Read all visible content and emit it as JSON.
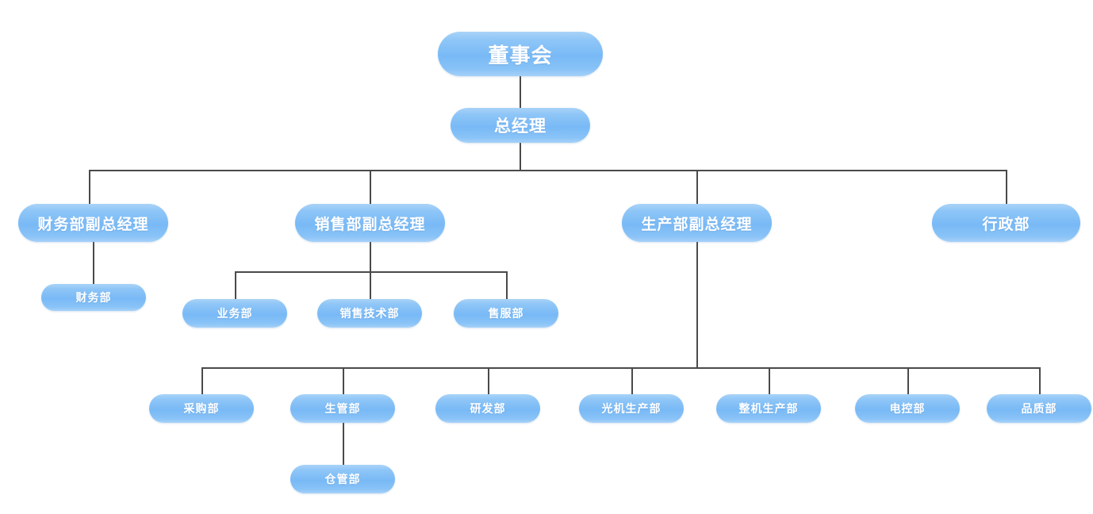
{
  "diagram": {
    "type": "organization-chart",
    "title": "",
    "colors": {
      "node_gradient_top": "#a9d3f7",
      "node_gradient_mid": "#78b9f6",
      "node_gradient_bottom": "#a6d1f8",
      "node_text": "#ffffff",
      "connector": "#4a4a4a",
      "background": "#ffffff"
    },
    "nodes": {
      "board": "董事会",
      "general_manager": "总经理",
      "finance_vp": "财务部副总经理",
      "sales_vp": "销售部副总经理",
      "production_vp": "生产部副总经理",
      "admin_dept": "行政部",
      "finance_dept": "财务部",
      "business_dept": "业务部",
      "sales_tech_dept": "销售技术部",
      "after_sales_dept": "售服部",
      "purchasing_dept": "采购部",
      "production_mgmt_dept": "生管部",
      "rnd_dept": "研发部",
      "optomech_production_dept": "光机生产部",
      "machine_production_dept": "整机生产部",
      "electrical_control_dept": "电控部",
      "quality_dept": "品质部",
      "warehouse_dept": "仓管部"
    },
    "hierarchy": [
      {
        "level": 1,
        "items": [
          "董事会"
        ]
      },
      {
        "level": 2,
        "items": [
          "总经理"
        ]
      },
      {
        "level": 3,
        "items": [
          "财务部副总经理",
          "销售部副总经理",
          "生产部副总经理",
          "行政部"
        ]
      },
      {
        "level": 4,
        "items": [
          "财务部",
          "业务部",
          "销售技术部",
          "售服部",
          "采购部",
          "生管部",
          "研发部",
          "光机生产部",
          "整机生产部",
          "电控部",
          "品质部"
        ]
      },
      {
        "level": 5,
        "items": [
          "仓管部"
        ]
      }
    ],
    "edges": [
      {
        "from": "董事会",
        "to": "总经理"
      },
      {
        "from": "总经理",
        "to": "财务部副总经理"
      },
      {
        "from": "总经理",
        "to": "销售部副总经理"
      },
      {
        "from": "总经理",
        "to": "生产部副总经理"
      },
      {
        "from": "总经理",
        "to": "行政部"
      },
      {
        "from": "财务部副总经理",
        "to": "财务部"
      },
      {
        "from": "销售部副总经理",
        "to": "业务部"
      },
      {
        "from": "销售部副总经理",
        "to": "销售技术部"
      },
      {
        "from": "销售部副总经理",
        "to": "售服部"
      },
      {
        "from": "生产部副总经理",
        "to": "采购部"
      },
      {
        "from": "生产部副总经理",
        "to": "生管部"
      },
      {
        "from": "生产部副总经理",
        "to": "研发部"
      },
      {
        "from": "生产部副总经理",
        "to": "光机生产部"
      },
      {
        "from": "生产部副总经理",
        "to": "整机生产部"
      },
      {
        "from": "生产部副总经理",
        "to": "电控部"
      },
      {
        "from": "生产部副总经理",
        "to": "品质部"
      },
      {
        "from": "生管部",
        "to": "仓管部"
      }
    ]
  }
}
